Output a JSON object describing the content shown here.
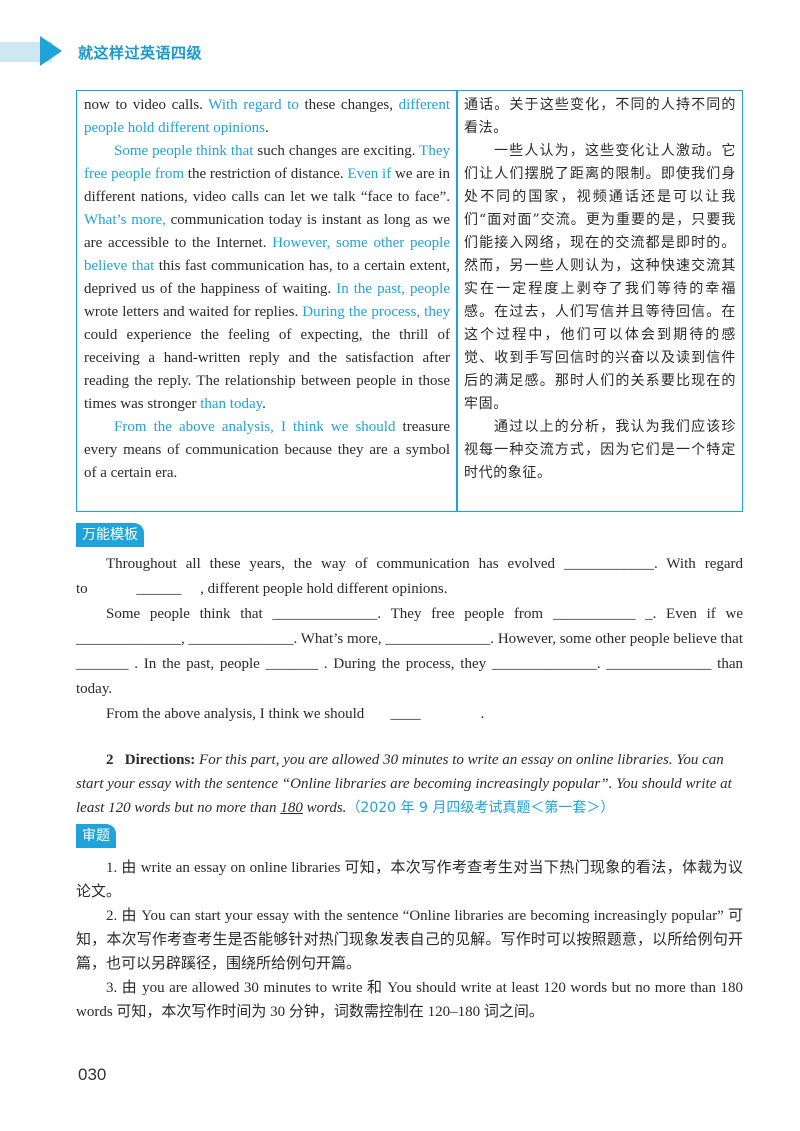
{
  "header": {
    "title": "就这样过英语四级"
  },
  "sample": {
    "en": {
      "p1_a": "now to video calls. ",
      "p1_h1": "With regard to",
      "p1_b": " these changes, ",
      "p1_h2": "different people hold different opinions",
      "p1_c": ".",
      "p2_h1": "Some people think that",
      "p2_a": " such changes are exciting. ",
      "p2_h2": "They free people from",
      "p2_b": " the restriction of distance. ",
      "p2_h3": "Even if",
      "p2_c": " we are in different nations, video calls can let we talk “face to face”. ",
      "p2_h4": "What’s more,",
      "p2_d": " communication today is instant as long as we are accessible to the Internet. ",
      "p2_h5": "However, some other people believe that",
      "p2_e": " this fast communication has, to a certain extent, deprived us of the happiness of waiting. ",
      "p2_h6": "In the past, people",
      "p2_f": " wrote letters and waited for replies. ",
      "p2_h7": "During the process, they",
      "p2_g": " could experience the feeling of expecting, the thrill of receiving a hand-written reply and the satisfaction after reading the reply. The relationship between people in those times was stronger ",
      "p2_h8": "than today",
      "p2_h": ".",
      "p3_h1": "From the above analysis, I think we should",
      "p3_a": " treasure every means of communication because they are a symbol of a certain era."
    },
    "zh": {
      "p1": "通话。关于这些变化，不同的人持不同的看法。",
      "p2": "一些人认为，这些变化让人激动。它们让人们摆脱了距离的限制。即使我们身处不同的国家，视频通话还是可以让我们“面对面”交流。更为重要的是，只要我们能接入网络，现在的交流都是即时的。然而，另一些人则认为，这种快速交流其实在一定程度上剥夺了我们等待的幸福感。在过去，人们写信并且等待回信。在这个过程中，他们可以体会到期待的感觉、收到手写回信时的兴奋以及读到信件后的满足感。那时人们的关系要比现在的牢固。",
      "p3": "通过以上的分析，我认为我们应该珍视每一种交流方式，因为它们是一个特定时代的象征。"
    }
  },
  "template_section": {
    "tag": "万能模板",
    "p1_a": "Throughout all these years, the way of communication has evolved ____________. With regard to",
    "p1_b": "______",
    "p1_c": ", different people hold different opinions.",
    "p2": "Some people think that ______________. They free people from ___________ _. Even if we ______________, ______________. What’s more, ______________. However, some other people believe that _______ . In the past, people _______ . During the process, they ______________. ______________ than today.",
    "p3_a": "From the above analysis, I think we should",
    "p3_b": "____",
    "p3_c": "."
  },
  "directions": {
    "number": "2",
    "label": "Directions:",
    "text_a": " For this part, you are allowed 30 minutes to write an essay on online libraries. You can start your essay with the sentence “Online libraries are becoming increasingly popular”. You should write at least 120 words but no more than ",
    "text_num": "180",
    "text_b": " words.",
    "exam_ref": "（2020 年 9 月四级考试真题＜第一套＞）"
  },
  "analysis": {
    "tag": "审题",
    "items": [
      "1. 由 write an essay on online libraries 可知，本次写作考查考生对当下热门现象的看法，体裁为议论文。",
      "2. 由 You can start your essay with the sentence “Online libraries are becoming increasingly popular” 可知，本次写作考查考生是否能够针对热门现象发表自己的见解。写作时可以按照题意，以所给例句开篇，也可以另辟蹊径，围绕所给例句开篇。",
      "3. 由 you are allowed 30 minutes to write 和 You should write at least 120 words but no more than 180 words 可知，本次写作时间为 30 分钟，词数需控制在 120–180 词之间。"
    ]
  },
  "page_number": "030",
  "colors": {
    "accent": "#1fa3d8",
    "band": "#cfe7f3",
    "text": "#2a2a2a"
  }
}
